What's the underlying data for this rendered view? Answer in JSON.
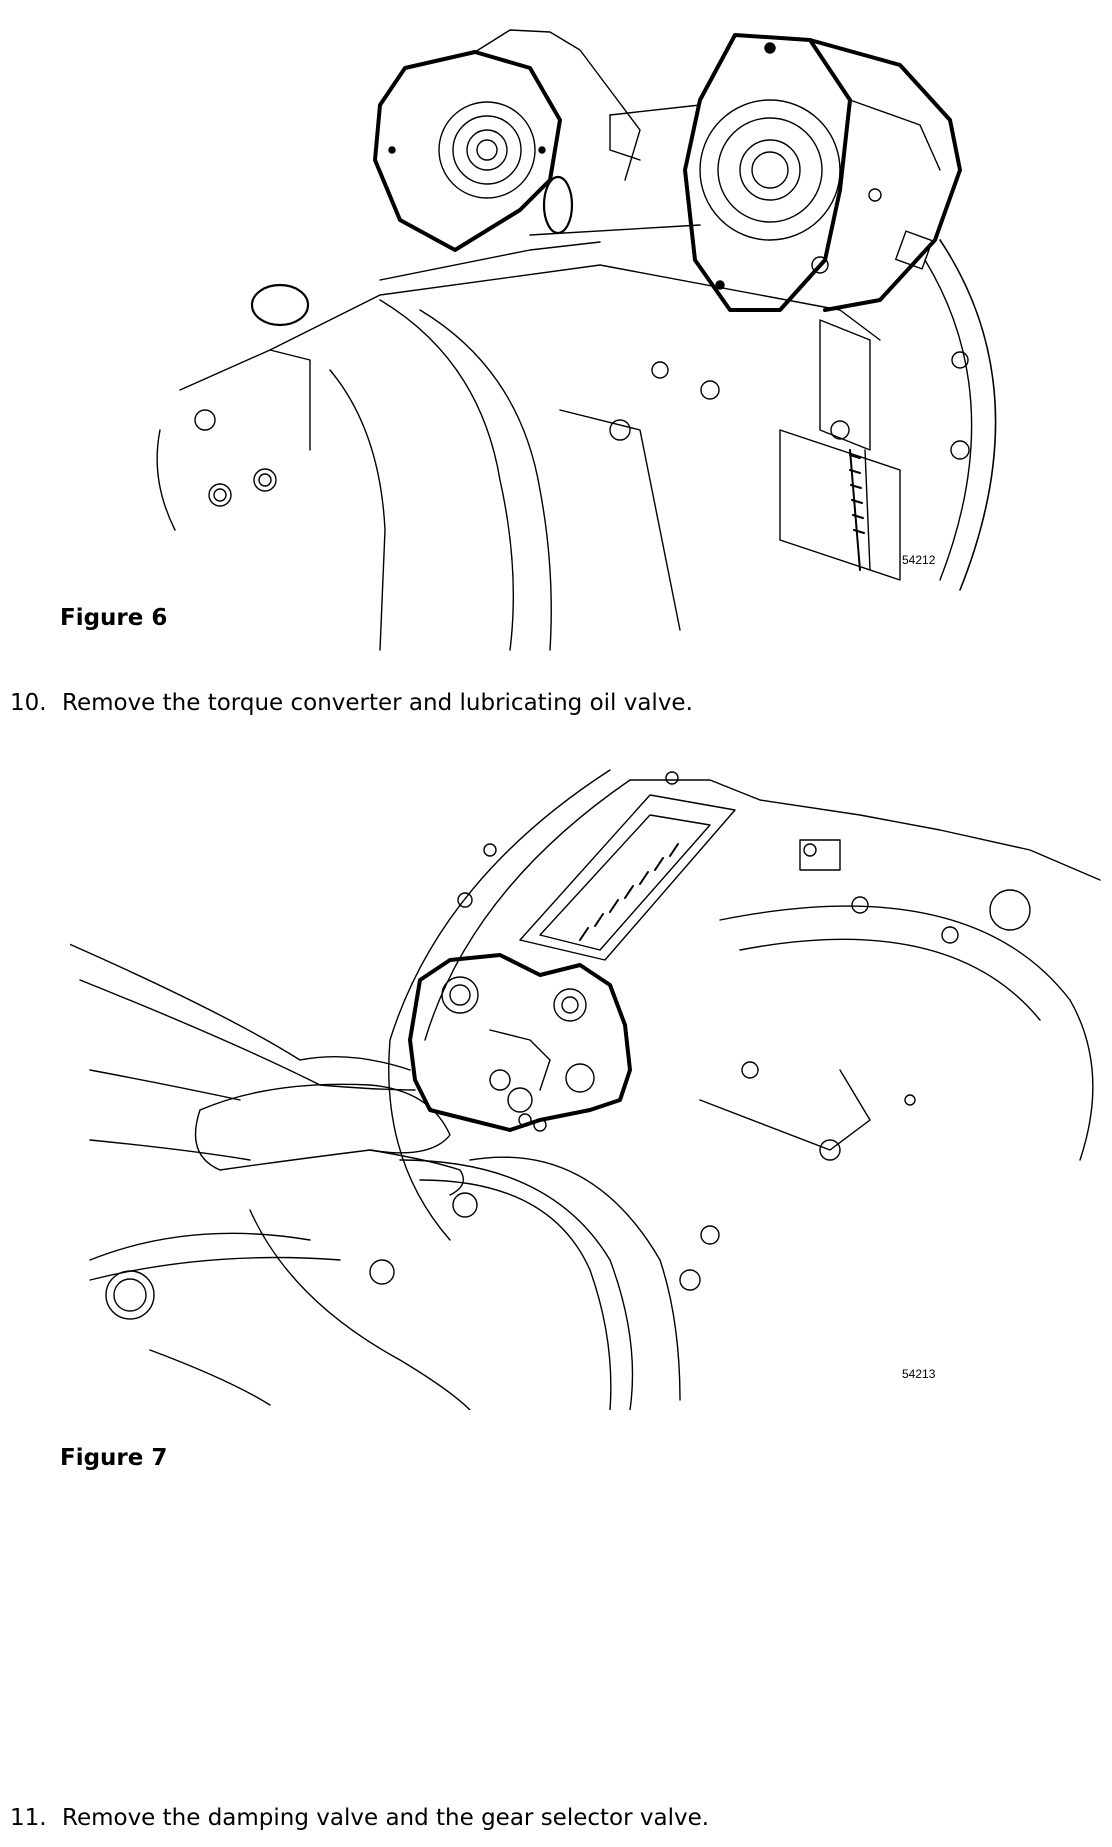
{
  "figures": [
    {
      "image_number": "54212",
      "caption": "Figure 6"
    },
    {
      "image_number": "54213",
      "caption": "Figure 7"
    }
  ],
  "steps": [
    {
      "number": "10.",
      "text": "Remove the torque converter and lubricating oil valve."
    },
    {
      "number": "11.",
      "text": "Remove the damping valve and the gear selector valve."
    }
  ]
}
